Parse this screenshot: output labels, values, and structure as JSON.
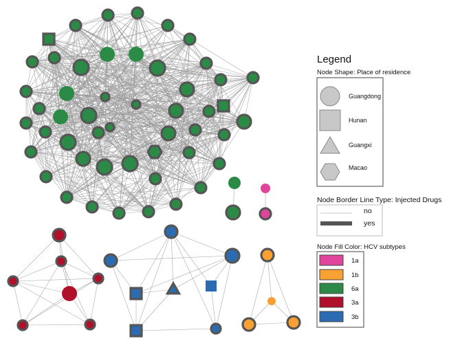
{
  "legend": {
    "title": "Legend",
    "shape_heading": "Node Shape:   Place of residence",
    "shapes": [
      {
        "shape": "circle",
        "label": "Guangdong"
      },
      {
        "shape": "square",
        "label": "Hunan"
      },
      {
        "shape": "triangle",
        "label": "Guangxi"
      },
      {
        "shape": "hexagon",
        "label": "Macao"
      }
    ],
    "border_heading": "Node Border Line Type: Injected Drugs",
    "borders": [
      {
        "style": "thin",
        "label": "no"
      },
      {
        "style": "thick",
        "label": "yes"
      }
    ],
    "fill_heading": "Node Fill Color: HCV subtypes",
    "fills": [
      {
        "color": "#e0449b",
        "label": "1a"
      },
      {
        "color": "#f9a033",
        "label": "1b"
      },
      {
        "color": "#2c8a47",
        "label": "6a"
      },
      {
        "color": "#b0102a",
        "label": "3a"
      },
      {
        "color": "#2b6bb2",
        "label": "3b"
      }
    ]
  },
  "colors": {
    "1a": "#e0449b",
    "1b": "#f9a033",
    "6a": "#2c8a47",
    "3a": "#b0102a",
    "3b": "#2b6bb2",
    "edge": "#9a9a9a",
    "border": "#555555",
    "legend_shape_fill": "#c8c8c8"
  },
  "network": {
    "clusters": [
      {
        "name": "6a-large-cluster",
        "subtype": "6a",
        "node_count": 55,
        "dense": true
      },
      {
        "name": "1a-pair",
        "subtype": "1a",
        "node_count": 2
      },
      {
        "name": "6a-pair",
        "subtype": "6a",
        "node_count": 2
      },
      {
        "name": "3a-cluster",
        "subtype": "3a",
        "node_count": 7
      },
      {
        "name": "3b-cluster",
        "subtype": "3b",
        "node_count": 8
      },
      {
        "name": "1b-cluster",
        "subtype": "1b",
        "node_count": 4
      }
    ]
  }
}
